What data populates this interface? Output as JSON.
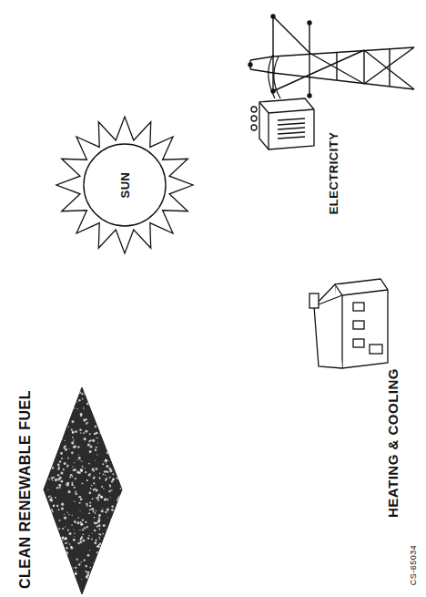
{
  "diagram": {
    "nodes": [
      {
        "text": [
          "SUN"
        ]
      },
      {
        "text": [
          "CLEAN RENEWABLE FUEL"
        ]
      }
    ],
    "labels": [
      "ELECTRICITY",
      "HEATING & COOLING",
      "CS-65034"
    ]
  }
}
